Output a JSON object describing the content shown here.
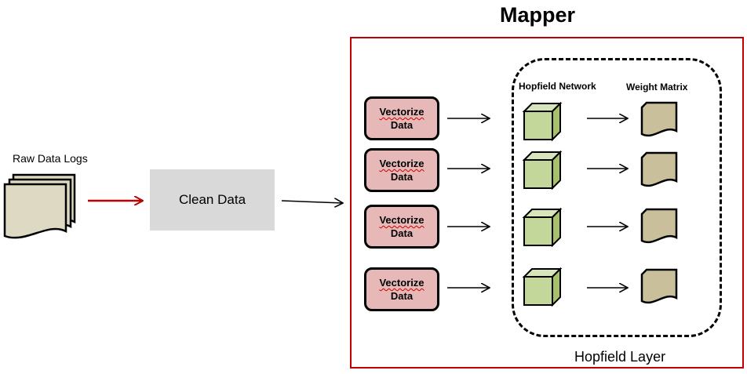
{
  "title": "Mapper",
  "raw_logs_label": "Raw Data Logs",
  "clean_data_label": "Clean Data",
  "hopfield_network_label": "Hopfield Network",
  "weight_matrix_label": "Weight Matrix",
  "hopfield_layer_label": "Hopfield Layer",
  "vectorize_nodes": [
    {
      "line1": "Vectorize",
      "line2": "Data"
    },
    {
      "line1": "Vectorize",
      "line2": "Data"
    },
    {
      "line1": "Vectorize",
      "line2": "Data"
    },
    {
      "line1": "Vectorize",
      "line2": "Data"
    }
  ],
  "colors": {
    "mapper_border": "#c00000",
    "input_arrow": "#c00000",
    "vectorize_fill": "#e6b9b8",
    "cube_fill": "#c4d79b",
    "document_fill": "#c9bf9b",
    "logs_fill": "#ddd9c3",
    "clean_fill": "#d9d9d9"
  }
}
